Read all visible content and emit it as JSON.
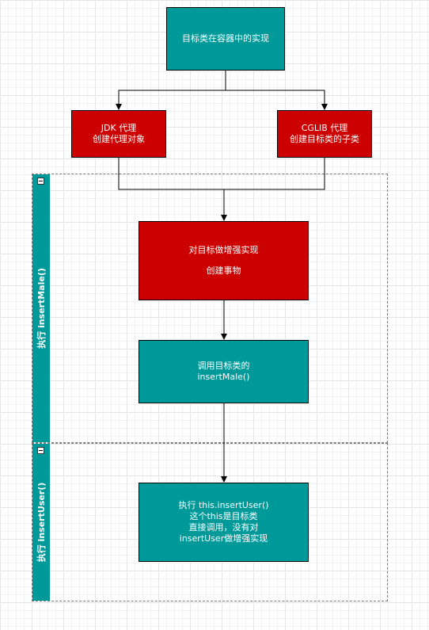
{
  "nodes": {
    "target_impl": "目标类在容器中的实现",
    "jdk_proxy": [
      "JDK 代理",
      "创建代理对象"
    ],
    "cglib_proxy": [
      "CGLIB 代理",
      "创建目标类的子类"
    ],
    "enhance": [
      "对目标做增强实现",
      "创建事物"
    ],
    "call_target": [
      "调用目标类的",
      "insertMale()"
    ],
    "call_this": [
      "执行 this.insertUser()",
      "这个this是目标类",
      "直接调用，没有对",
      "insertUser做增强实现"
    ]
  },
  "pools": {
    "insert_male": "执行 insertMale()",
    "insert_user": "执行 insertUser()"
  },
  "colors": {
    "teal": "#009999",
    "red": "#cc0000"
  }
}
